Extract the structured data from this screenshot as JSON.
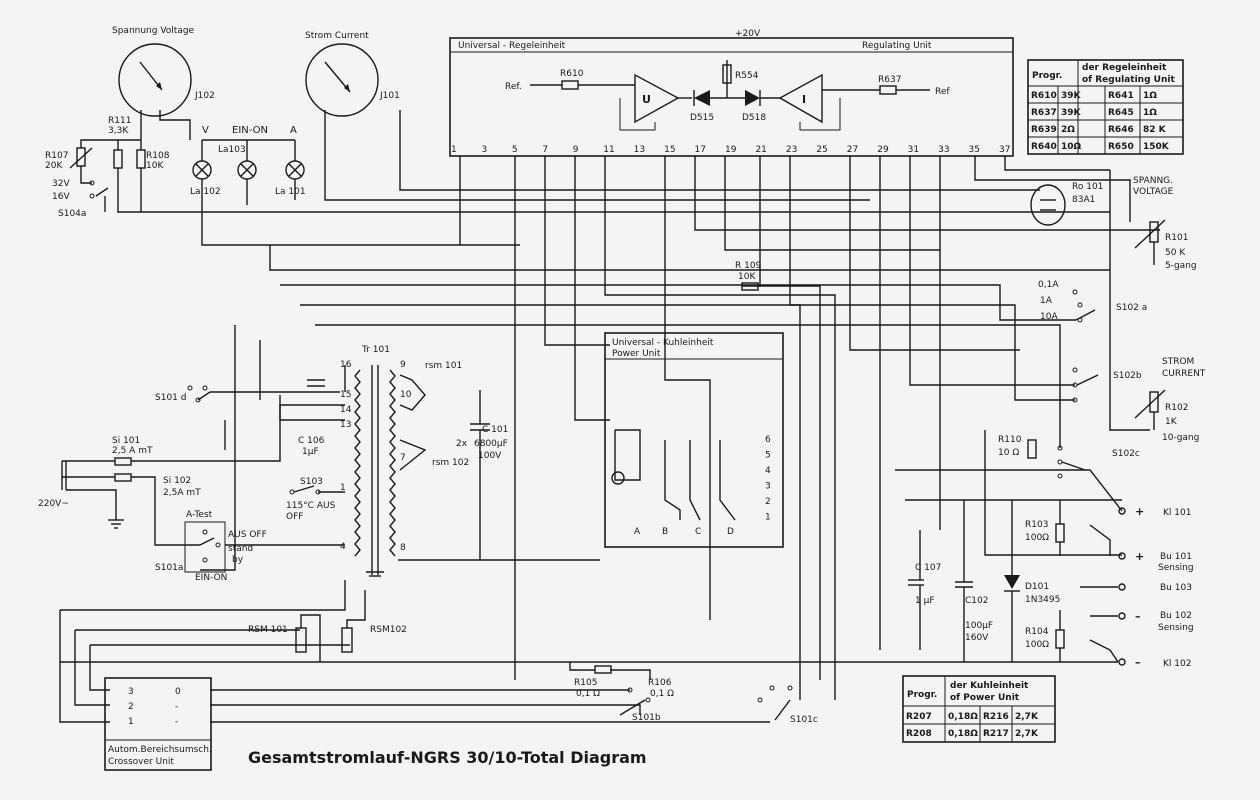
{
  "diagram": {
    "title": "Gesamtstromlauf-NGRS 30/10-Total Diagram",
    "meters": {
      "voltage": {
        "title": "Spannung Voltage",
        "ref": "J102"
      },
      "current": {
        "title": "Strom Current",
        "ref": "J101"
      }
    },
    "regulating_unit": {
      "title_de": "Universal - Regeleinheit",
      "title_en": "Regulating Unit",
      "ref_in": "Ref.",
      "ref_out": "Ref",
      "r610": "R610",
      "r554": "R554",
      "supply": "+20V",
      "u_amp": "U",
      "i_amp": "I",
      "d515": "D515",
      "d518": "D518",
      "r637": "R637",
      "pins": [
        "1",
        "3",
        "5",
        "7",
        "9",
        "11",
        "13",
        "15",
        "17",
        "19",
        "21",
        "23",
        "25",
        "27",
        "29",
        "31",
        "33",
        "35",
        "37"
      ]
    },
    "prog_table": {
      "head1": "der Regeleinheit",
      "head2": "of Regulating Unit",
      "head_prog": "Progr.",
      "rows": [
        [
          "R610",
          "39K",
          "R641",
          "1Ω"
        ],
        [
          "R637",
          "39K",
          "R645",
          "1Ω"
        ],
        [
          "R639",
          "2Ω",
          "R646",
          "82 K"
        ],
        [
          "R640",
          "10Ω",
          "R650",
          "150K"
        ]
      ]
    },
    "lamps": {
      "label_v": "V",
      "label_ein": "EIN-ON",
      "label_a": "A",
      "la103": "La103",
      "la102": "La 102",
      "la101": "La 101"
    },
    "left_parts": {
      "r111": "R111",
      "r111_val": "3,3K",
      "r107": "R107",
      "r107_val": "20K",
      "r108": "R108",
      "r108_val": "10K",
      "v32": "32V",
      "v16": "16V",
      "s104a": "S104a",
      "s101d": "S101 d",
      "si101": "Si 101",
      "si101_val": "2,5 A mT",
      "si102": "Si 102",
      "si102_val": "2,5A mT",
      "mains": "220V~",
      "atest": "A-Test",
      "aus_off": "AUS OFF",
      "stand": "stand",
      "by": "by",
      "ein_on": "EIN-ON",
      "s101a": "S101a"
    },
    "transformer": {
      "tr": "Tr 101",
      "rsm101": "rsm 101",
      "rsm102": "rsm 102",
      "c106": "C 106",
      "c106_val": "1µF",
      "s103": "S103",
      "therm": "115°C AUS",
      "therm2": "OFF",
      "c101": "C 101",
      "c101_val1": "2x",
      "c101_val2": "6800µF",
      "c101_val3": "100V",
      "taps_left": [
        "16",
        "15",
        "14",
        "13",
        "1",
        "4"
      ],
      "taps_right": [
        "9",
        "10",
        "7",
        "8"
      ]
    },
    "power_unit": {
      "title_de": "Universal - Kuhleinheit",
      "title_en": "Power Unit",
      "cols": [
        "A",
        "B",
        "C",
        "D"
      ],
      "rows": [
        "6",
        "5",
        "4",
        "3",
        "2",
        "1"
      ]
    },
    "right_parts": {
      "ro101": "Ro 101",
      "ro101_type": "83A1",
      "spann": "SPANNG.",
      "voltage": "VOLTAGE",
      "r101": "R101",
      "r101_val": "50 K",
      "r101_gang": "5-gang",
      "range_01": "0,1A",
      "range_1": "1A",
      "range_10": "10A",
      "s102a": "S102 a",
      "s102b": "S102b",
      "strom": "STROM",
      "current": "CURRENT",
      "r102": "R102",
      "r102_val": "1K",
      "r102_gang": "10-gang",
      "r109": "R 109",
      "r109_val": "10K",
      "r110": "R110",
      "r110_val": "10 Ω",
      "s102c": "S102c",
      "r103": "R103",
      "r103_val": "100Ω",
      "c107": "C 107",
      "c107_val": "1 µF",
      "c102": "C102",
      "c102_val1": "100µF",
      "c102_val2": "160V",
      "d101": "D101",
      "d101_type": "1N3495",
      "r104": "R104",
      "r104_val": "100Ω",
      "kl101": "Kl 101",
      "bu101": "Bu 101",
      "sensing": "Sensing",
      "bu103": "Bu 103",
      "bu102": "Bu 102",
      "sensing2": "Sensing",
      "kl102": "Kl 102",
      "plus": "+",
      "minus": "–"
    },
    "bottom": {
      "rsm101_big": "RSM 101",
      "rsm102_big": "RSM102",
      "r105": "R105",
      "r105_val": "0,1 Ω",
      "r106": "R106",
      "r106_val": "0,1 Ω",
      "s101b": "S101b",
      "s101c": "S101c",
      "crossover1": "Autom.Bereichsumsch.",
      "crossover2": "Crossover Unit",
      "co_left": [
        "3",
        "2",
        "1"
      ],
      "co_right": [
        "0",
        "-",
        "-"
      ]
    },
    "power_table": {
      "head1": "der Kuhleinheit",
      "head2": "of Power Unit",
      "head_prog": "Progr.",
      "rows": [
        [
          "R207",
          "0,18Ω",
          "R216",
          "2,7K"
        ],
        [
          "R208",
          "0,18Ω",
          "R217",
          "2,7K"
        ]
      ]
    }
  }
}
